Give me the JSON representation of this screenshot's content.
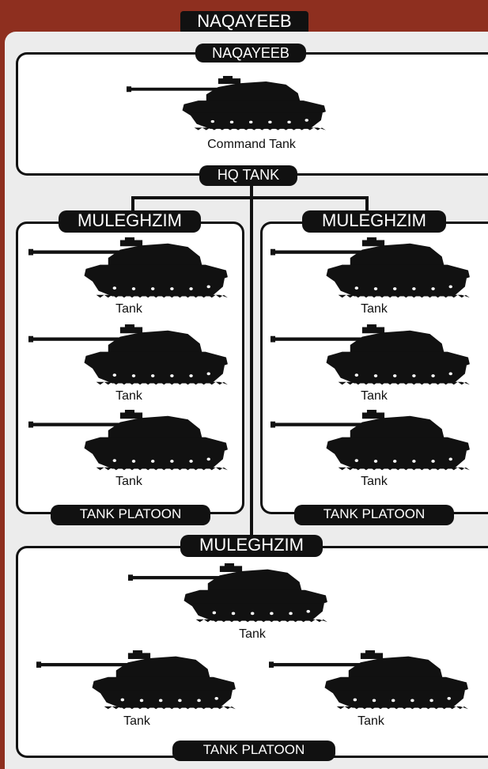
{
  "title": "NAQAYEEB",
  "hq": {
    "header": "NAQAYEEB",
    "unit_label": "Command Tank",
    "footer": "HQ TANK"
  },
  "platoons": [
    {
      "header": "MULEGHZIM",
      "footer": "TANK PLATOON",
      "units": [
        "Tank",
        "Tank",
        "Tank"
      ]
    },
    {
      "header": "MULEGHZIM",
      "footer": "TANK PLATOON",
      "units": [
        "Tank",
        "Tank",
        "Tank"
      ]
    },
    {
      "header": "MULEGHZIM",
      "footer": "TANK PLATOON",
      "units": [
        "Tank",
        "Tank",
        "Tank"
      ]
    }
  ],
  "colors": {
    "background": "#8e2f1f",
    "panel": "#ececec",
    "box": "#ffffff",
    "ink": "#111111"
  },
  "icons": {
    "unit": "tank-silhouette-icon"
  }
}
